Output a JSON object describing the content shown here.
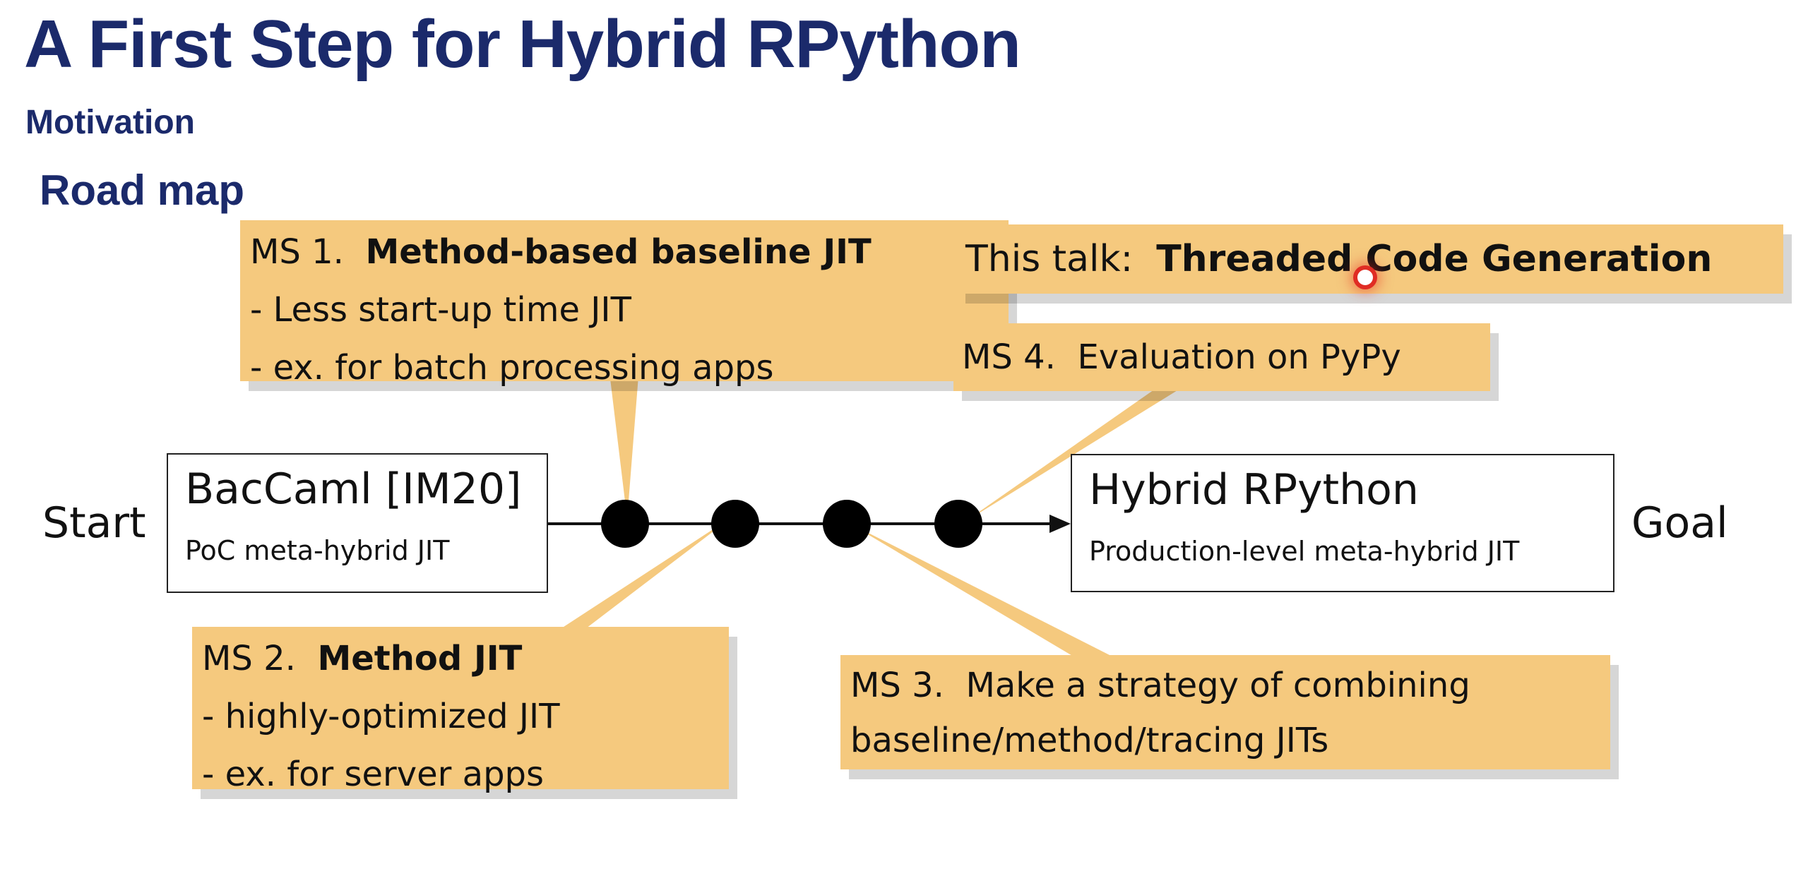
{
  "title": "A First Step for Hybrid RPython",
  "subtitle": "Motivation",
  "section": "Road map",
  "start_label": "Start",
  "goal_label": "Goal",
  "start_box": {
    "title": "BacCaml [IM20]",
    "subtitle": "PoC meta-hybrid JIT"
  },
  "goal_box": {
    "title": "Hybrid RPython",
    "subtitle": "Production-level meta-hybrid JIT"
  },
  "milestones": {
    "ms1": {
      "prefix": "MS 1.",
      "title": "Method-based baseline JIT",
      "line1": "- Less start-up time JIT",
      "line2": "- ex. for batch processing apps"
    },
    "ms2": {
      "prefix": "MS 2.",
      "title": "Method JIT",
      "line1": "- highly-optimized JIT",
      "line2": "- ex. for server apps"
    },
    "ms3": {
      "prefix": "MS 3.",
      "line1": "Make a strategy of combining",
      "line2": "baseline/method/tracing JITs"
    },
    "ms4": {
      "prefix": "MS 4.",
      "title": "Evaluation on PyPy"
    }
  },
  "this_talk": {
    "prefix": "This talk:",
    "title": "Threaded Code Generation"
  },
  "colors": {
    "heading": "#1b2a6b",
    "note_fill": "#f5c97e",
    "dot": "#000000",
    "pointer": "#e02c24"
  },
  "icons": [
    "laser-pointer-icon",
    "arrowhead-icon"
  ]
}
